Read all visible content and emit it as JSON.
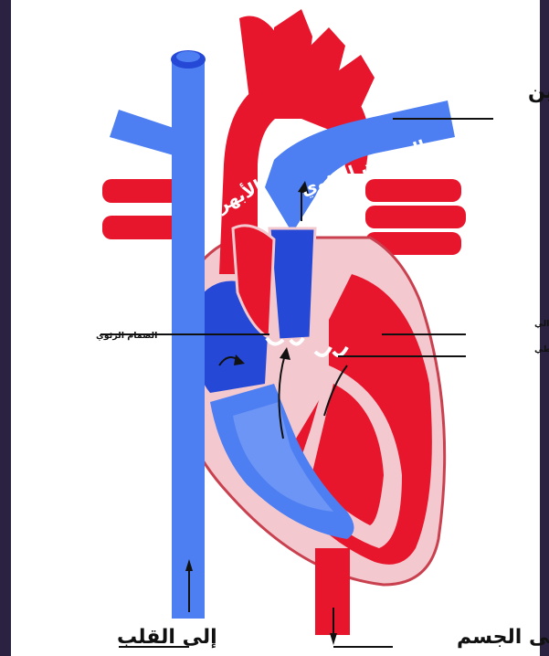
{
  "labels": {
    "to_lungs": "إلى الرئتين",
    "pulmonary_artery": "الشريان الرئوي",
    "aorta": "الأبهر",
    "pulmonary_valve": "الصمام الرئوي",
    "mitral_valve": "الصمام الميترالي",
    "aortic_valve": "الصمام الأورطي",
    "to_heart": "إلى القلب",
    "to_body": "إلى الجسم"
  },
  "colors": {
    "oxygenated": "#e8162c",
    "deoxygenated": "#4d7ff2",
    "dark_chamber": "#2549d6",
    "septum_wall": "#f3c9cf",
    "frame": "#2b2140"
  }
}
